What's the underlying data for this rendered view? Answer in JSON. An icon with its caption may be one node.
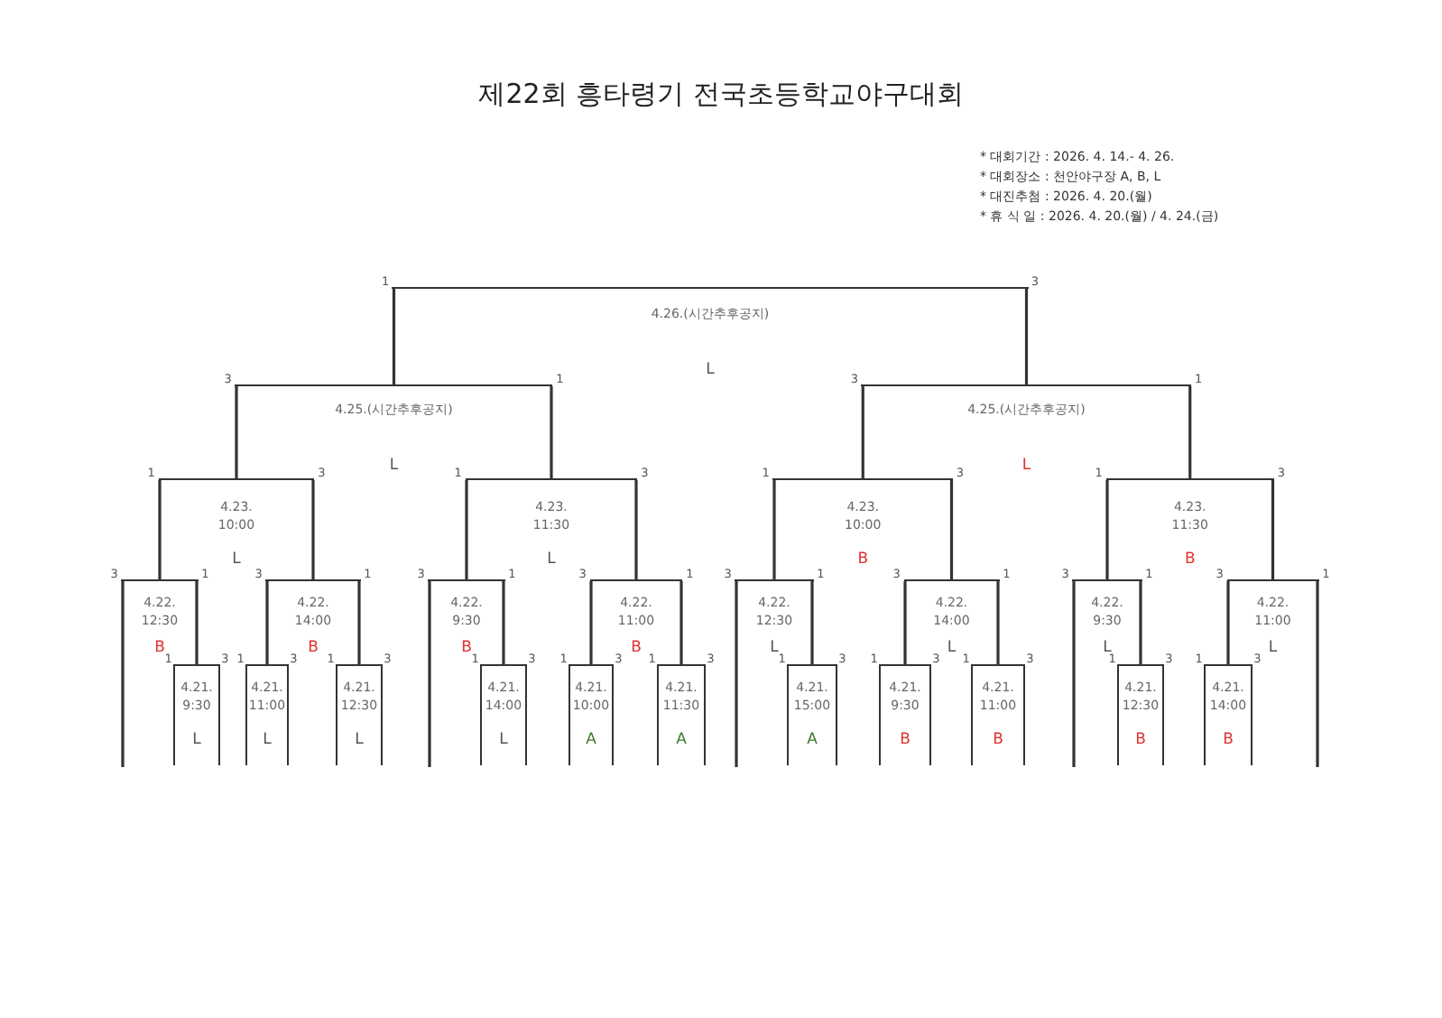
{
  "diagram": {
    "title": "제22회 흥타령기 전국초등학교야구대회",
    "nodes": [
      {
        "text": [
          "4.26.(시간추후공지)",
          "L"
        ],
        "beside": [
          "1",
          "3"
        ]
      },
      {
        "text": [
          "4.25.(시간추후공지)",
          "L"
        ],
        "beside": [
          "3",
          "1"
        ]
      },
      {
        "text": [
          "4.25.(시간추후공지)",
          "L"
        ],
        "beside": [
          "3",
          "1"
        ]
      },
      {
        "text": [
          "4.23. 10:00",
          "L"
        ],
        "beside": [
          "1",
          "3"
        ]
      },
      {
        "text": [
          "4.23. 11:30",
          "L"
        ],
        "beside": [
          "1",
          "3"
        ]
      },
      {
        "text": [
          "4.23. 10:00",
          "B"
        ],
        "beside": [
          "1",
          "3"
        ]
      },
      {
        "text": [
          "4.23. 11:30",
          "B"
        ],
        "beside": [
          "1",
          "3"
        ]
      },
      {
        "text": [
          "4.22. 12:30",
          "B"
        ],
        "beside": [
          "3",
          "1"
        ]
      },
      {
        "text": [
          "4.22. 14:00",
          "B"
        ],
        "beside": [
          "3",
          "1"
        ]
      },
      {
        "text": [
          "4.22. 9:30",
          "B"
        ],
        "beside": [
          "3",
          "1"
        ]
      },
      {
        "text": [
          "4.22. 11:00",
          "B"
        ],
        "beside": [
          "3",
          "1"
        ]
      },
      {
        "text": [
          "4.22. 12:30",
          "L"
        ],
        "beside": [
          "3",
          "1"
        ]
      },
      {
        "text": [
          "4.22. 14:00",
          "L"
        ],
        "beside": [
          "3",
          "1"
        ]
      },
      {
        "text": [
          "4.22. 9:30",
          "L"
        ],
        "beside": [
          "3",
          "1"
        ]
      },
      {
        "text": [
          "4.22. 11:00",
          "L"
        ],
        "beside": [
          "3",
          "1"
        ]
      },
      {
        "text": [
          "4.21. 9:30",
          "L"
        ],
        "beside": [
          "1",
          "3"
        ]
      },
      {
        "text": [
          "4.21. 11:00",
          "L"
        ],
        "beside": [
          "1",
          "3"
        ]
      },
      {
        "text": [
          "4.21. 12:30",
          "L"
        ],
        "beside": [
          "1",
          "3"
        ]
      },
      {
        "text": [
          "4.21. 14:00",
          "L"
        ],
        "beside": [
          "1",
          "3"
        ]
      },
      {
        "text": [
          "4.21. 10:00",
          "A"
        ],
        "beside": [
          "1",
          "3"
        ]
      },
      {
        "text": [
          "4.21. 11:30",
          "A"
        ],
        "beside": [
          "1",
          "3"
        ]
      },
      {
        "text": [
          "4.21. 15:00",
          "A"
        ],
        "beside": [
          "1",
          "3"
        ]
      },
      {
        "text": [
          "4.21. 9:30",
          "B"
        ],
        "beside": [
          "1",
          "3"
        ]
      },
      {
        "text": [
          "4.21. 11:00",
          "B"
        ],
        "beside": [
          "1",
          "3"
        ]
      },
      {
        "text": [
          "4.21. 12:30",
          "B"
        ],
        "beside": [
          "1",
          "3"
        ]
      },
      {
        "text": [
          "4.21. 14:00",
          "B"
        ],
        "beside": [
          "1",
          "3"
        ]
      }
    ],
    "edges": [
      {
        "from": 1,
        "to": 0,
        "arrow": "none"
      },
      {
        "from": 2,
        "to": 0,
        "arrow": "none"
      },
      {
        "from": 3,
        "to": 1,
        "arrow": "none"
      },
      {
        "from": 4,
        "to": 1,
        "arrow": "none"
      },
      {
        "from": 5,
        "to": 2,
        "arrow": "none"
      },
      {
        "from": 6,
        "to": 2,
        "arrow": "none"
      },
      {
        "from": 7,
        "to": 3,
        "arrow": "none"
      },
      {
        "from": 8,
        "to": 3,
        "arrow": "none"
      },
      {
        "from": 9,
        "to": 4,
        "arrow": "none"
      },
      {
        "from": 10,
        "to": 4,
        "arrow": "none"
      },
      {
        "from": 11,
        "to": 5,
        "arrow": "none"
      },
      {
        "from": 12,
        "to": 5,
        "arrow": "none"
      },
      {
        "from": 13,
        "to": 6,
        "arrow": "none"
      },
      {
        "from": 14,
        "to": 6,
        "arrow": "none"
      },
      {
        "from": 15,
        "to": 7,
        "arrow": "none"
      },
      {
        "from": 16,
        "to": 8,
        "arrow": "none"
      },
      {
        "from": 17,
        "to": 8,
        "arrow": "none"
      },
      {
        "from": 18,
        "to": 9,
        "arrow": "none"
      },
      {
        "from": 19,
        "to": 10,
        "arrow": "none"
      },
      {
        "from": 20,
        "to": 10,
        "arrow": "none"
      },
      {
        "from": 21,
        "to": 11,
        "arrow": "none"
      },
      {
        "from": 22,
        "to": 12,
        "arrow": "none"
      },
      {
        "from": 23,
        "to": 12,
        "arrow": "none"
      },
      {
        "from": 24,
        "to": 13,
        "arrow": "none"
      },
      {
        "from": 25,
        "to": 14,
        "arrow": "none"
      }
    ],
    "labels": [
      "* 대회기간 : 2026. 4. 14.- 4. 26.",
      "* 대회장소 : 천안야구장 A, B, L",
      "* 대진추첨 : 2026. 4. 20.(월)",
      "* 휴 식 일 : 2026. 4. 20.(월) / 4. 24.(금)"
    ]
  }
}
